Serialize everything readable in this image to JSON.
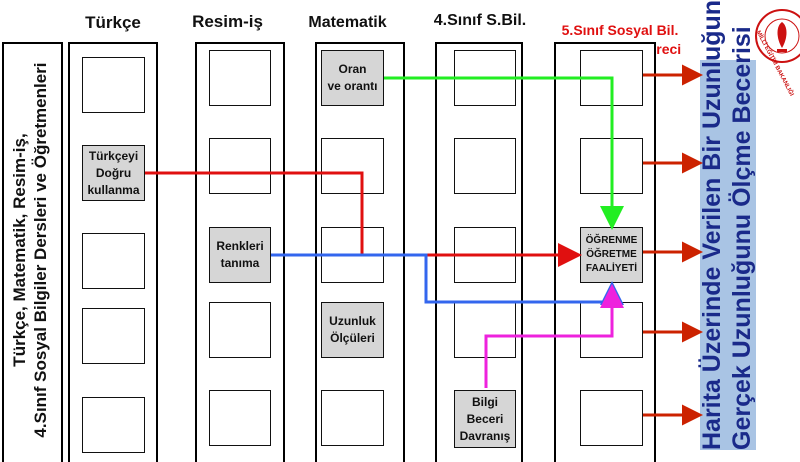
{
  "headers": {
    "turkce": "Türkçe",
    "resim": "Resim-iş",
    "matematik": "Matematik",
    "sosyal4": "4.Sınıf S.Bil.",
    "sosyal5_line1": "5.Sınıf Sosyal Bil.",
    "sosyal5_line2": "Öğretim Alt Süreci"
  },
  "left_panel": {
    "line1": "Türkçe, Matematik, Resim-iş,",
    "line2": "4.Sınıf Sosyal Bilgiler Dersleri ve Öğretmenleri"
  },
  "boxes": {
    "turkceyi_line1": "Türkçeyi",
    "turkceyi_line2": "Doğru",
    "turkceyi_line3": "kullanma",
    "renkleri_line1": "Renkleri",
    "renkleri_line2": "tanıma",
    "oran_line1": "Oran",
    "oran_line2": "ve orantı",
    "uzunluk_line1": "Uzunluk",
    "uzunluk_line2": "Ölçüleri",
    "bilgi_line1": "Bilgi",
    "bilgi_line2": "Beceri",
    "bilgi_line3": "Davranış",
    "ogrenme_line1": "ÖĞRENME",
    "ogrenme_line2": "ÖĞRETME",
    "ogrenme_line3": "FAALİYETİ"
  },
  "right_banner": {
    "line1": "Harita Üzerinde Verilen Bir Uzunluğun",
    "line2": "Gerçek Uzunluğunu Ölçme Becerisi",
    "logo_text": "MİLLİ EĞİTİM BAKANLIĞI"
  },
  "colors": {
    "red_arrow": "#cc2200",
    "red_line": "#e01010",
    "blue_line": "#3366ee",
    "green_line": "#22ee22",
    "magenta_line": "#ee22dd",
    "banner_text": "#1a2a8a",
    "banner_bg": "#a9c4e4",
    "box_fill": "#d6d6d6"
  }
}
